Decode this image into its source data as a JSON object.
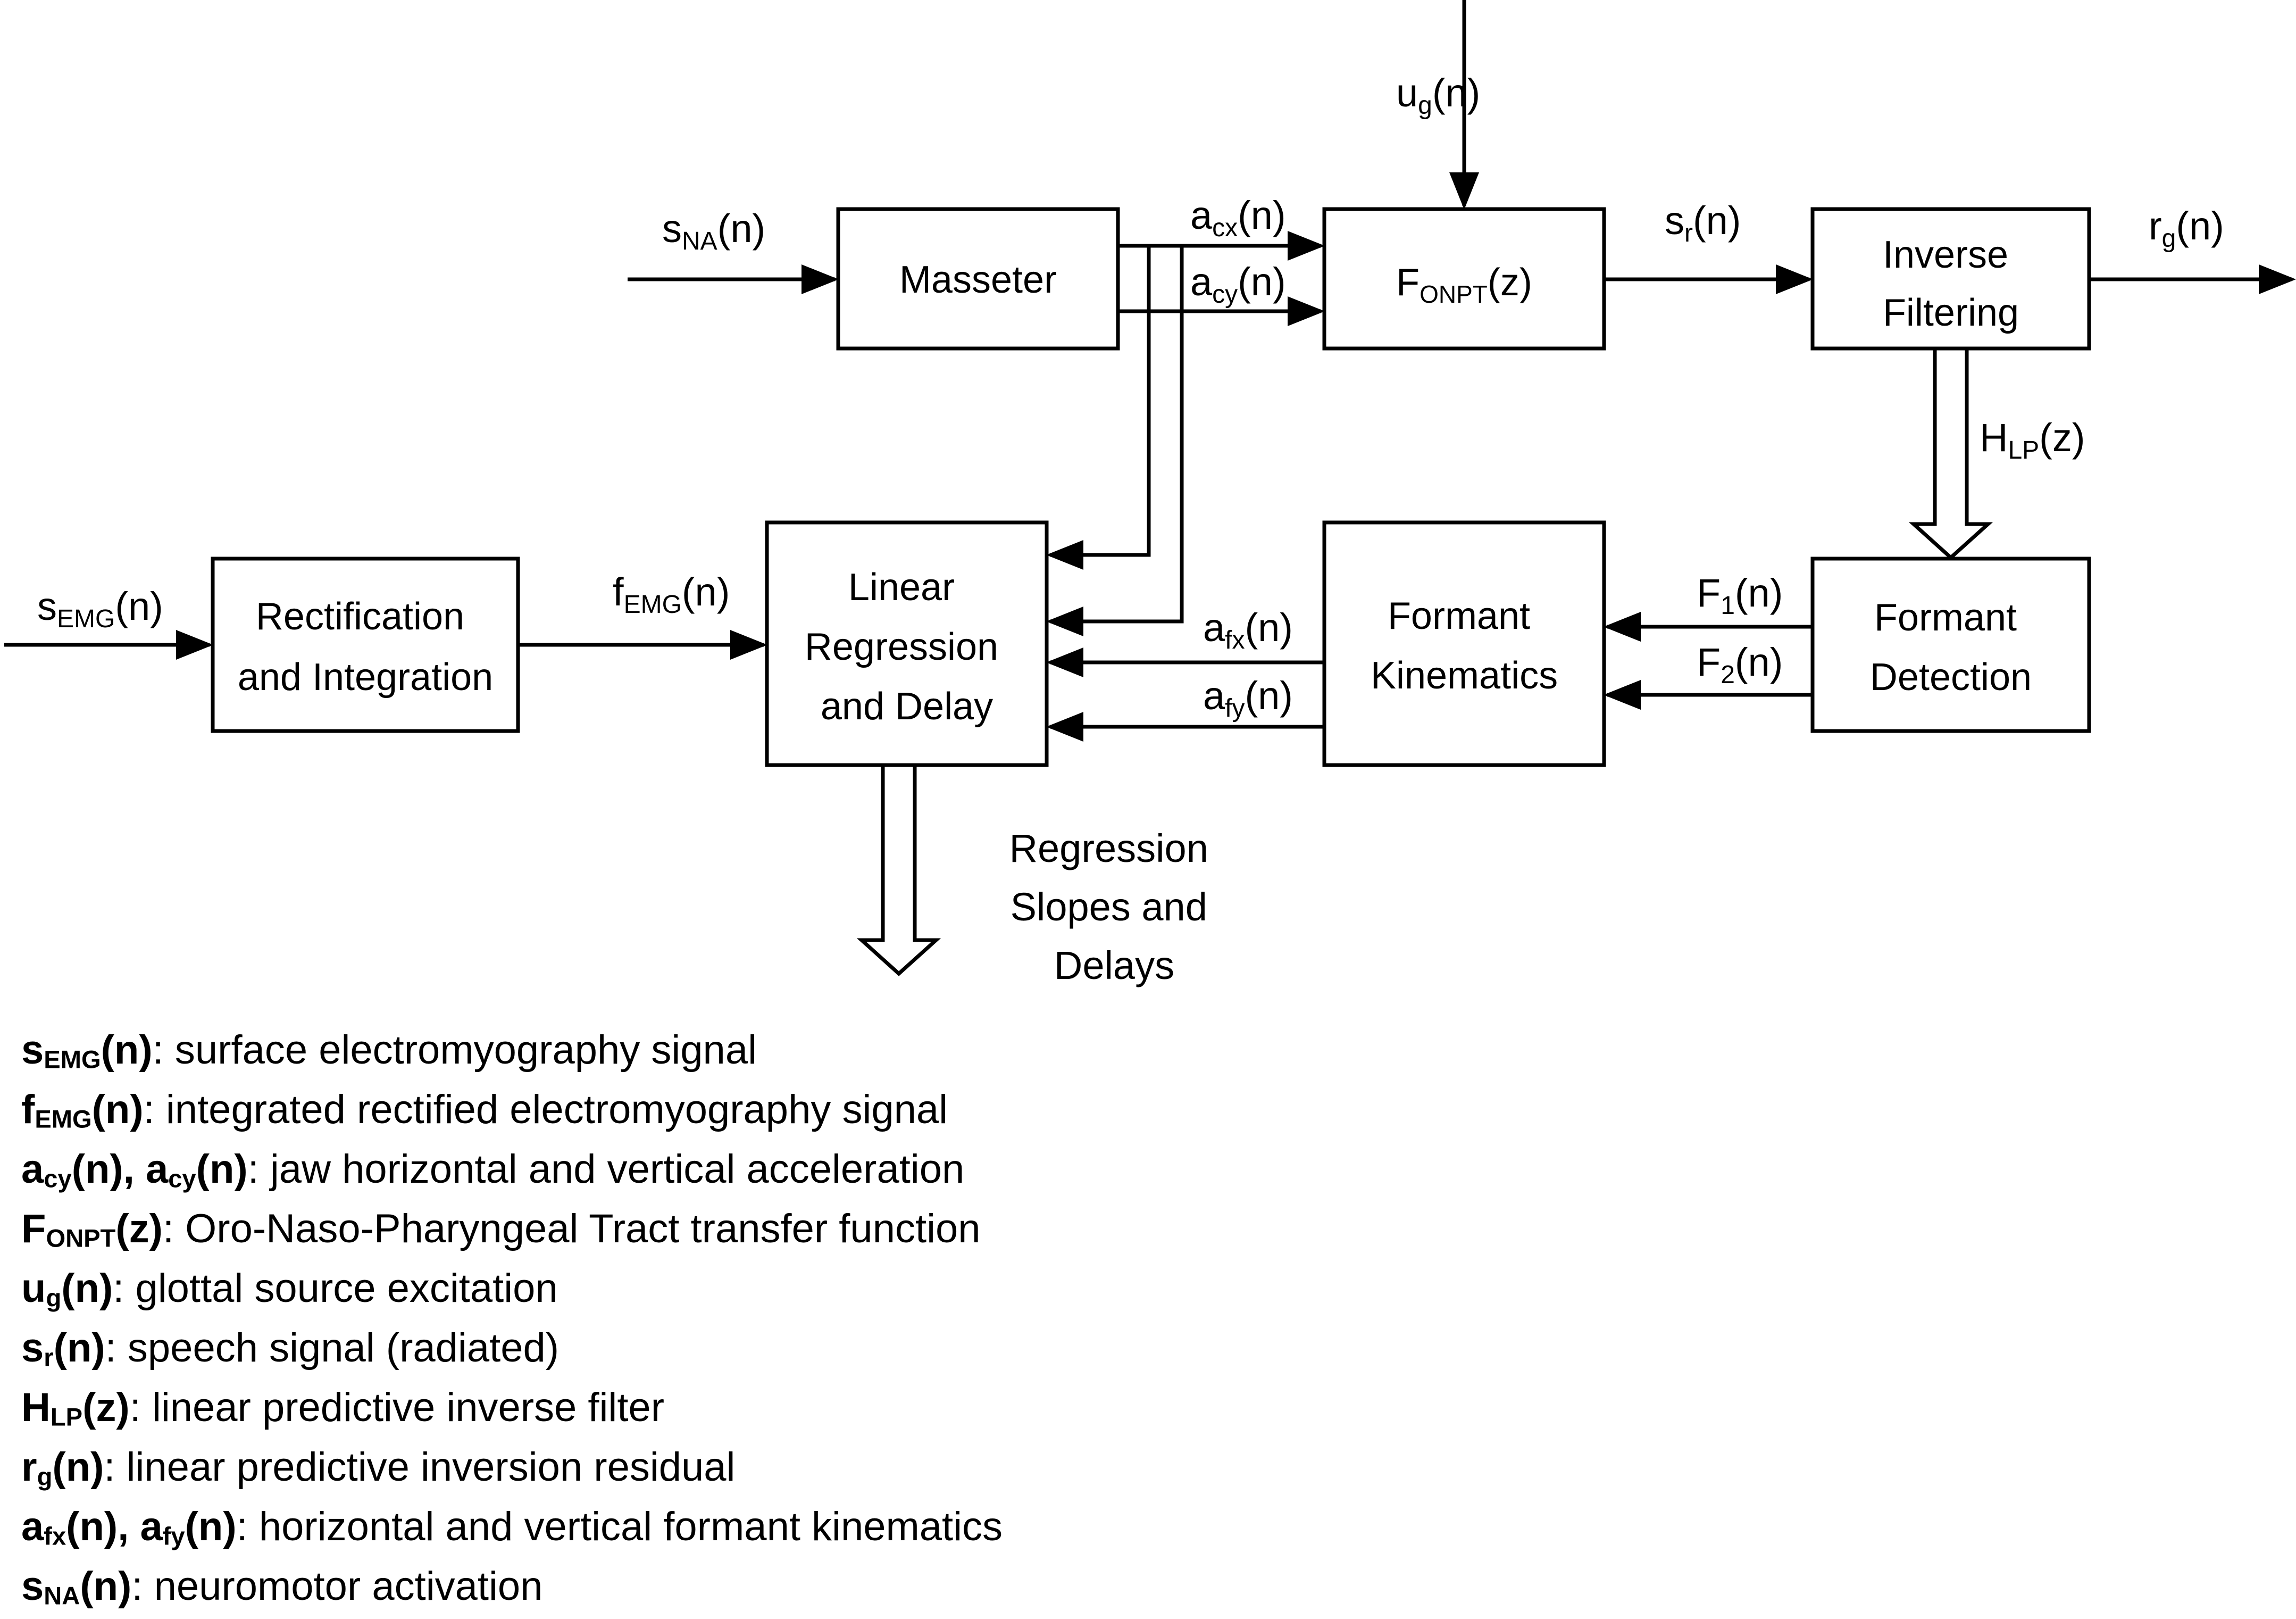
{
  "blocks": {
    "masseter": "Masseter",
    "fonpt_main": "F",
    "fonpt_sub": "ONPT",
    "fonpt_tail": "(z)",
    "inverse_filtering": [
      "Inverse",
      "Filtering"
    ],
    "rectification": [
      "Rectification",
      "and Integration"
    ],
    "linear_regression": [
      "Linear",
      "Regression",
      "and Delay"
    ],
    "formant_kinematics": [
      "Formant",
      "Kinematics"
    ],
    "formant_detection": [
      "Formant",
      "Detection"
    ]
  },
  "signals": {
    "ug": {
      "main": "u",
      "sub": "g",
      "tail": "(n)"
    },
    "sna": {
      "main": "s",
      "sub": "NA",
      "tail": "(n)"
    },
    "acx": {
      "main": "a",
      "sub": "cx",
      "tail": "(n)"
    },
    "acy": {
      "main": "a",
      "sub": "cy",
      "tail": "(n)"
    },
    "sr": {
      "main": "s",
      "sub": "r",
      "tail": "(n)"
    },
    "rg": {
      "main": "r",
      "sub": "g",
      "tail": "(n)"
    },
    "hlp": {
      "main": "H",
      "sub": "LP",
      "tail": "(z)"
    },
    "semg": {
      "main": "s",
      "sub": "EMG",
      "tail": "(n)"
    },
    "femg": {
      "main": "f",
      "sub": "EMG",
      "tail": "(n)"
    },
    "afx": {
      "main": "a",
      "sub": "fx",
      "tail": "(n)"
    },
    "afy": {
      "main": "a",
      "sub": "fy",
      "tail": "(n)"
    },
    "f1": {
      "main": "F",
      "sub": "1",
      "tail": "(n)"
    },
    "f2": {
      "main": "F",
      "sub": "2",
      "tail": "(n)"
    }
  },
  "output_label": [
    "Regression",
    "Slopes and",
    "Delays"
  ],
  "legend": [
    {
      "symbol": [
        [
          "s",
          ""
        ],
        [
          "EMG",
          "sub"
        ],
        [
          "(n)",
          ""
        ]
      ],
      "desc": ": surface electromyography signal"
    },
    {
      "symbol": [
        [
          "f",
          ""
        ],
        [
          "EMG",
          "sub"
        ],
        [
          "(n)",
          ""
        ]
      ],
      "desc": ": integrated rectified electromyography signal"
    },
    {
      "symbol": [
        [
          "a",
          ""
        ],
        [
          "cy",
          "sub"
        ],
        [
          "(n), a",
          ""
        ],
        [
          "cy",
          "sub"
        ],
        [
          "(n)",
          ""
        ]
      ],
      "desc": ": jaw horizontal and vertical acceleration"
    },
    {
      "symbol": [
        [
          "F",
          ""
        ],
        [
          "ONPT",
          "sub"
        ],
        [
          "(z)",
          ""
        ]
      ],
      "desc": ": Oro-Naso-Pharyngeal Tract transfer function"
    },
    {
      "symbol": [
        [
          "u",
          ""
        ],
        [
          "g",
          "sub"
        ],
        [
          "(n)",
          ""
        ]
      ],
      "desc": ": glottal source excitation"
    },
    {
      "symbol": [
        [
          "s",
          ""
        ],
        [
          "r",
          "sub"
        ],
        [
          "(n)",
          ""
        ]
      ],
      "desc": ": speech signal (radiated)"
    },
    {
      "symbol": [
        [
          "H",
          ""
        ],
        [
          "LP",
          "sub"
        ],
        [
          "(z)",
          ""
        ]
      ],
      "desc": ": linear predictive inverse filter"
    },
    {
      "symbol": [
        [
          "r",
          ""
        ],
        [
          "g",
          "sub"
        ],
        [
          "(n)",
          ""
        ]
      ],
      "desc": ": linear predictive inversion residual"
    },
    {
      "symbol": [
        [
          "a",
          ""
        ],
        [
          "fx",
          "sub"
        ],
        [
          "(n), a",
          ""
        ],
        [
          "fy",
          "sub"
        ],
        [
          "(n)",
          ""
        ]
      ],
      "desc": ": horizontal and vertical formant kinematics"
    },
    {
      "symbol": [
        [
          "s",
          ""
        ],
        [
          "NA",
          "sub"
        ],
        [
          "(n)",
          ""
        ]
      ],
      "desc": ": neuromotor activation"
    }
  ]
}
